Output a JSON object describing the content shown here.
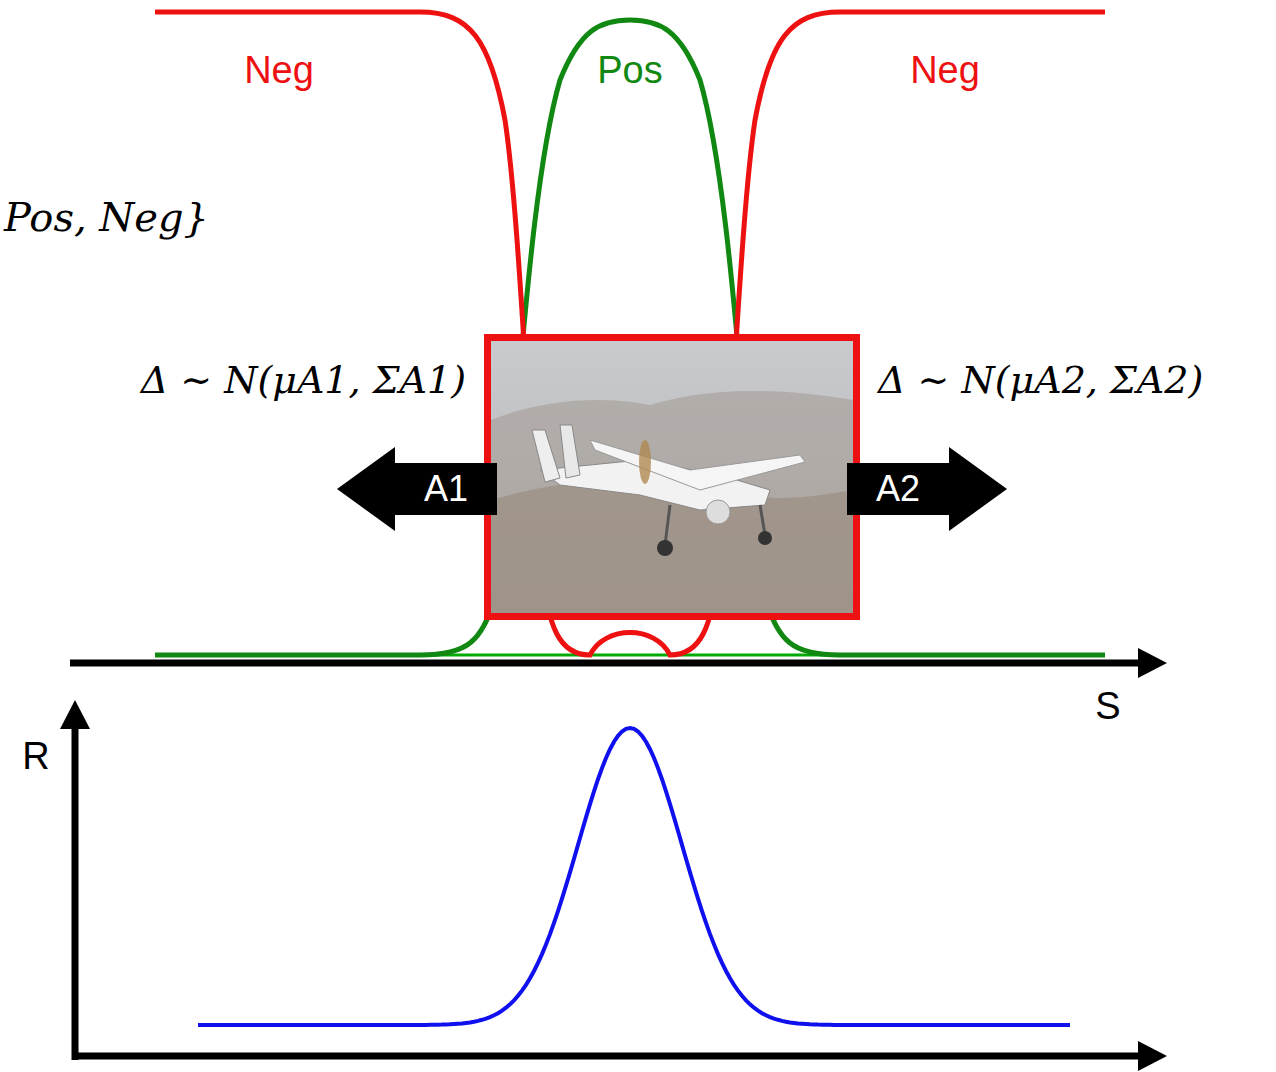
{
  "diagram": {
    "nodes": [
      {
        "text": [
          "A1"
        ]
      },
      {
        "text": [
          "A2"
        ]
      }
    ],
    "labels": [
      "Neg",
      "Pos",
      "Neg",
      "Pos, Neg}",
      "Δ ∼ N(μA1, ΣA1)",
      "Δ ∼ N(μA2, ΣA2)",
      "S",
      "R"
    ]
  }
}
